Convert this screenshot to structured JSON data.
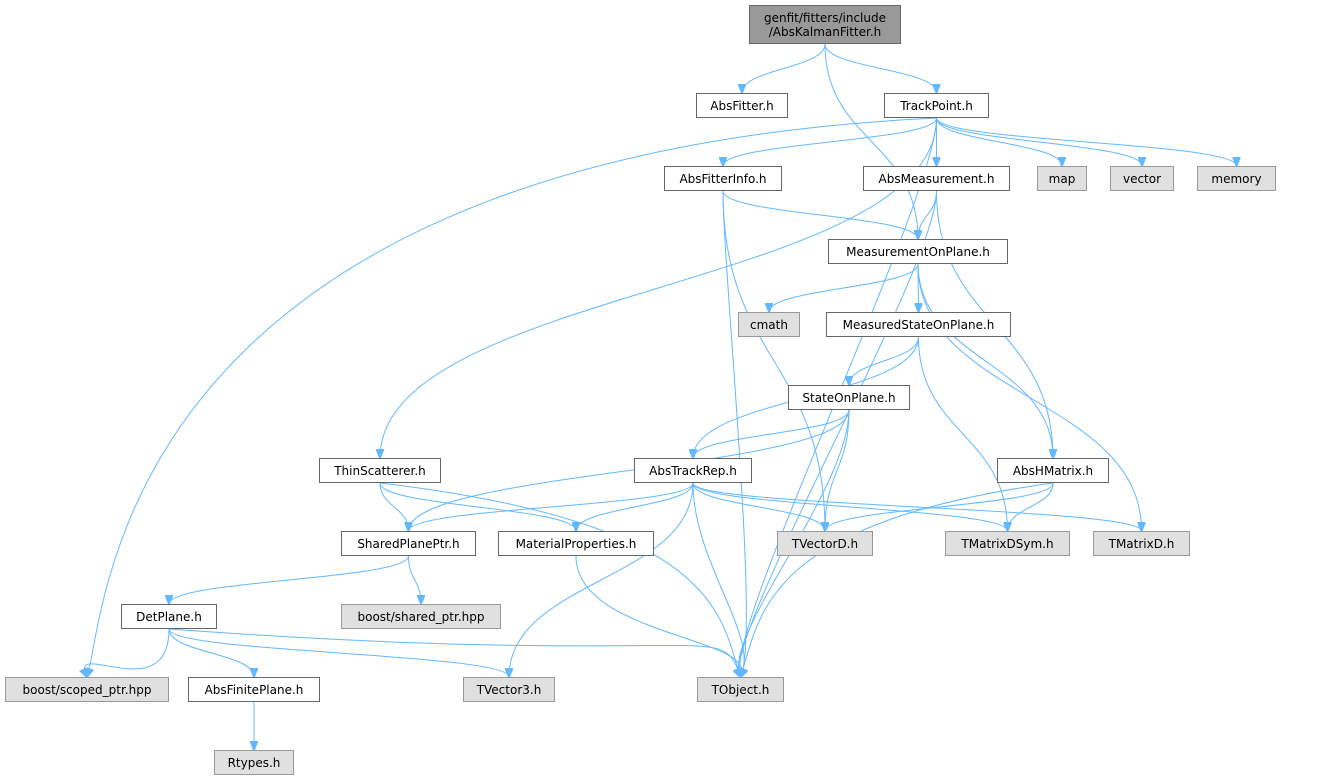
{
  "colors": {
    "edge": "#63b8ff",
    "root_fill": "#999999",
    "external_fill": "#e0e0e0",
    "node_fill": "#ffffff",
    "node_border": "#666666"
  },
  "root": {
    "line1": "genfit/fitters/include",
    "line2": "/AbsKalmanFitter.h"
  },
  "nodes": {
    "absfitter": "AbsFitter.h",
    "trackpoint": "TrackPoint.h",
    "absfitterinfo": "AbsFitterInfo.h",
    "absmeasurement": "AbsMeasurement.h",
    "map": "map",
    "vector": "vector",
    "memory": "memory",
    "measurementonplane": "MeasurementOnPlane.h",
    "cmath": "cmath",
    "measuredstateonplane": "MeasuredStateOnPlane.h",
    "stateonplane": "StateOnPlane.h",
    "thinscatterer": "ThinScatterer.h",
    "abstrackrep": "AbsTrackRep.h",
    "abshmatrix": "AbsHMatrix.h",
    "sharedplaneptr": "SharedPlanePtr.h",
    "materialproperties": "MaterialProperties.h",
    "tvectord": "TVectorD.h",
    "tmatrixdsym": "TMatrixDSym.h",
    "tmatrixd": "TMatrixD.h",
    "boost_shared_ptr": "boost/shared_ptr.hpp",
    "detplane": "DetPlane.h",
    "boost_scoped_ptr": "boost/scoped_ptr.hpp",
    "absfiniteplane": "AbsFinitePlane.h",
    "tvector3": "TVector3.h",
    "tobject": "TObject.h",
    "rtypes": "Rtypes.h"
  },
  "external_nodes": [
    "map",
    "vector",
    "memory",
    "cmath",
    "tvectord",
    "tmatrixdsym",
    "tmatrixd",
    "boost_shared_ptr",
    "boost_scoped_ptr",
    "tvector3",
    "tobject",
    "rtypes"
  ],
  "edges": [
    [
      "root",
      "absfitter"
    ],
    [
      "root",
      "trackpoint"
    ],
    [
      "root",
      "measurementonplane"
    ],
    [
      "trackpoint",
      "absfitterinfo"
    ],
    [
      "trackpoint",
      "absmeasurement"
    ],
    [
      "trackpoint",
      "map"
    ],
    [
      "trackpoint",
      "vector"
    ],
    [
      "trackpoint",
      "memory"
    ],
    [
      "trackpoint",
      "thinscatterer"
    ],
    [
      "trackpoint",
      "boost_scoped_ptr"
    ],
    [
      "trackpoint",
      "tobject"
    ],
    [
      "absfitterinfo",
      "measurementonplane"
    ],
    [
      "absfitterinfo",
      "tvectord"
    ],
    [
      "absfitterinfo",
      "tobject"
    ],
    [
      "absmeasurement",
      "measurementonplane"
    ],
    [
      "absmeasurement",
      "abshmatrix"
    ],
    [
      "absmeasurement",
      "tobject"
    ],
    [
      "measurementonplane",
      "cmath"
    ],
    [
      "measurementonplane",
      "measuredstateonplane"
    ],
    [
      "measurementonplane",
      "abshmatrix"
    ],
    [
      "measurementonplane",
      "tmatrixd"
    ],
    [
      "measuredstateonplane",
      "stateonplane"
    ],
    [
      "measuredstateonplane",
      "abstrackrep"
    ],
    [
      "measuredstateonplane",
      "tmatrixdsym"
    ],
    [
      "stateonplane",
      "abstrackrep"
    ],
    [
      "stateonplane",
      "sharedplaneptr"
    ],
    [
      "stateonplane",
      "tvectord"
    ],
    [
      "stateonplane",
      "tobject"
    ],
    [
      "thinscatterer",
      "sharedplaneptr"
    ],
    [
      "thinscatterer",
      "materialproperties"
    ],
    [
      "thinscatterer",
      "tobject"
    ],
    [
      "abstrackrep",
      "sharedplaneptr"
    ],
    [
      "abstrackrep",
      "materialproperties"
    ],
    [
      "abstrackrep",
      "tvectord"
    ],
    [
      "abstrackrep",
      "tmatrixdsym"
    ],
    [
      "abstrackrep",
      "tmatrixd"
    ],
    [
      "abstrackrep",
      "tvector3"
    ],
    [
      "abstrackrep",
      "tobject"
    ],
    [
      "abshmatrix",
      "tvectord"
    ],
    [
      "abshmatrix",
      "tmatrixdsym"
    ],
    [
      "abshmatrix",
      "tobject"
    ],
    [
      "sharedplaneptr",
      "detplane"
    ],
    [
      "sharedplaneptr",
      "boost_shared_ptr"
    ],
    [
      "materialproperties",
      "tobject"
    ],
    [
      "detplane",
      "boost_scoped_ptr"
    ],
    [
      "detplane",
      "absfiniteplane"
    ],
    [
      "detplane",
      "tvector3"
    ],
    [
      "detplane",
      "tobject"
    ],
    [
      "absfiniteplane",
      "rtypes"
    ]
  ]
}
